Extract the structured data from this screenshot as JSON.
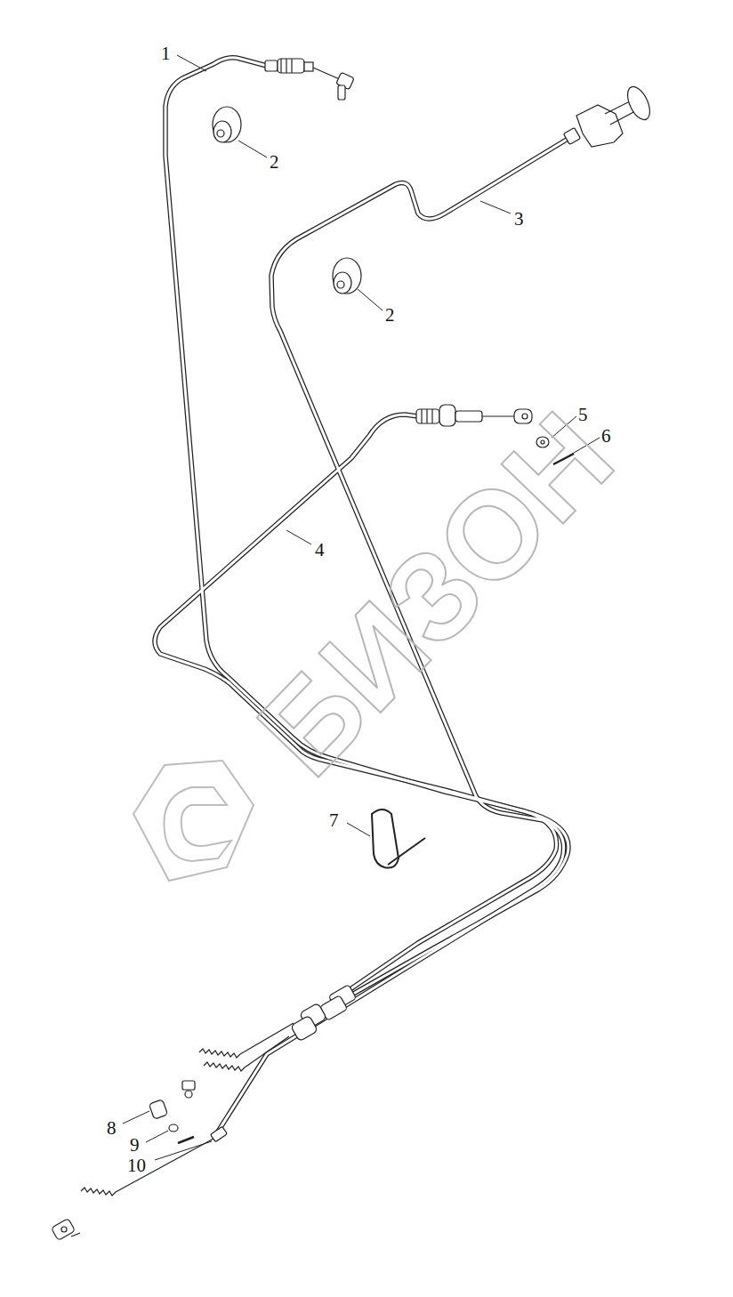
{
  "diagram": {
    "labels": [
      "1",
      "2",
      "3",
      "2",
      "4",
      "5",
      "6",
      "7",
      "8",
      "9",
      "10",
      "БИЗОН"
    ]
  }
}
